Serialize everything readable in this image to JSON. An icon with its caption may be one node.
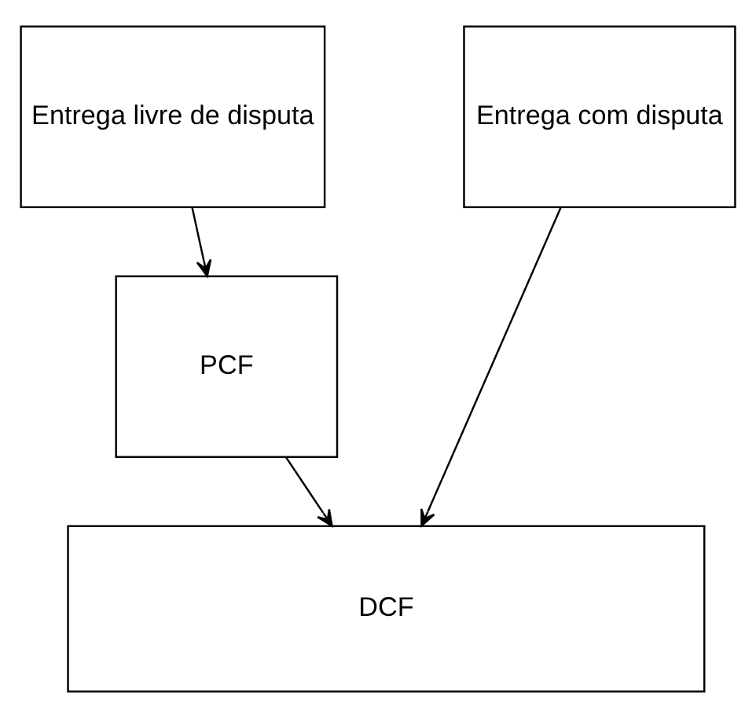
{
  "diagram": {
    "nodes": [
      {
        "text": [
          "Entrega livre de disputa"
        ]
      },
      {
        "text": [
          "Entrega com disputa"
        ]
      },
      {
        "text": [
          "PCF"
        ]
      },
      {
        "text": [
          "DCF"
        ]
      }
    ],
    "edges": [
      {
        "from": 0,
        "to": 2,
        "arrow": "to"
      },
      {
        "from": 2,
        "to": 3,
        "arrow": "to"
      },
      {
        "from": 1,
        "to": 3,
        "arrow": "to"
      }
    ]
  }
}
